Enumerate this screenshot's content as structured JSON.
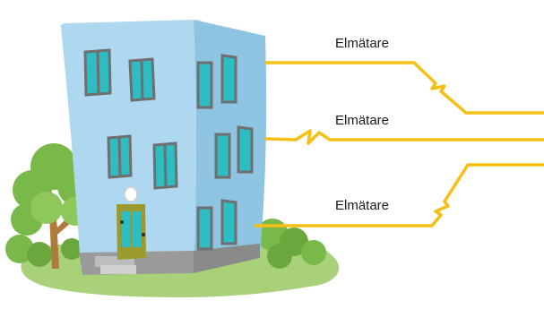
{
  "labels": {
    "meter_1": "Elmätare",
    "meter_2": "Elmätare",
    "meter_3": "Elmätare"
  },
  "colors": {
    "wire": "#f5c016",
    "building_front": "#aed8ef",
    "building_side": "#8ec3e2",
    "window_pane": "#2fbdc4",
    "window_frame": "#6f6f6f",
    "grass": "#a9d17a",
    "bush": "#79b94a",
    "door": "#9a9a2e"
  },
  "icons": [
    "apartment-building",
    "tree",
    "bush",
    "doorway-lamp",
    "power-cable"
  ]
}
